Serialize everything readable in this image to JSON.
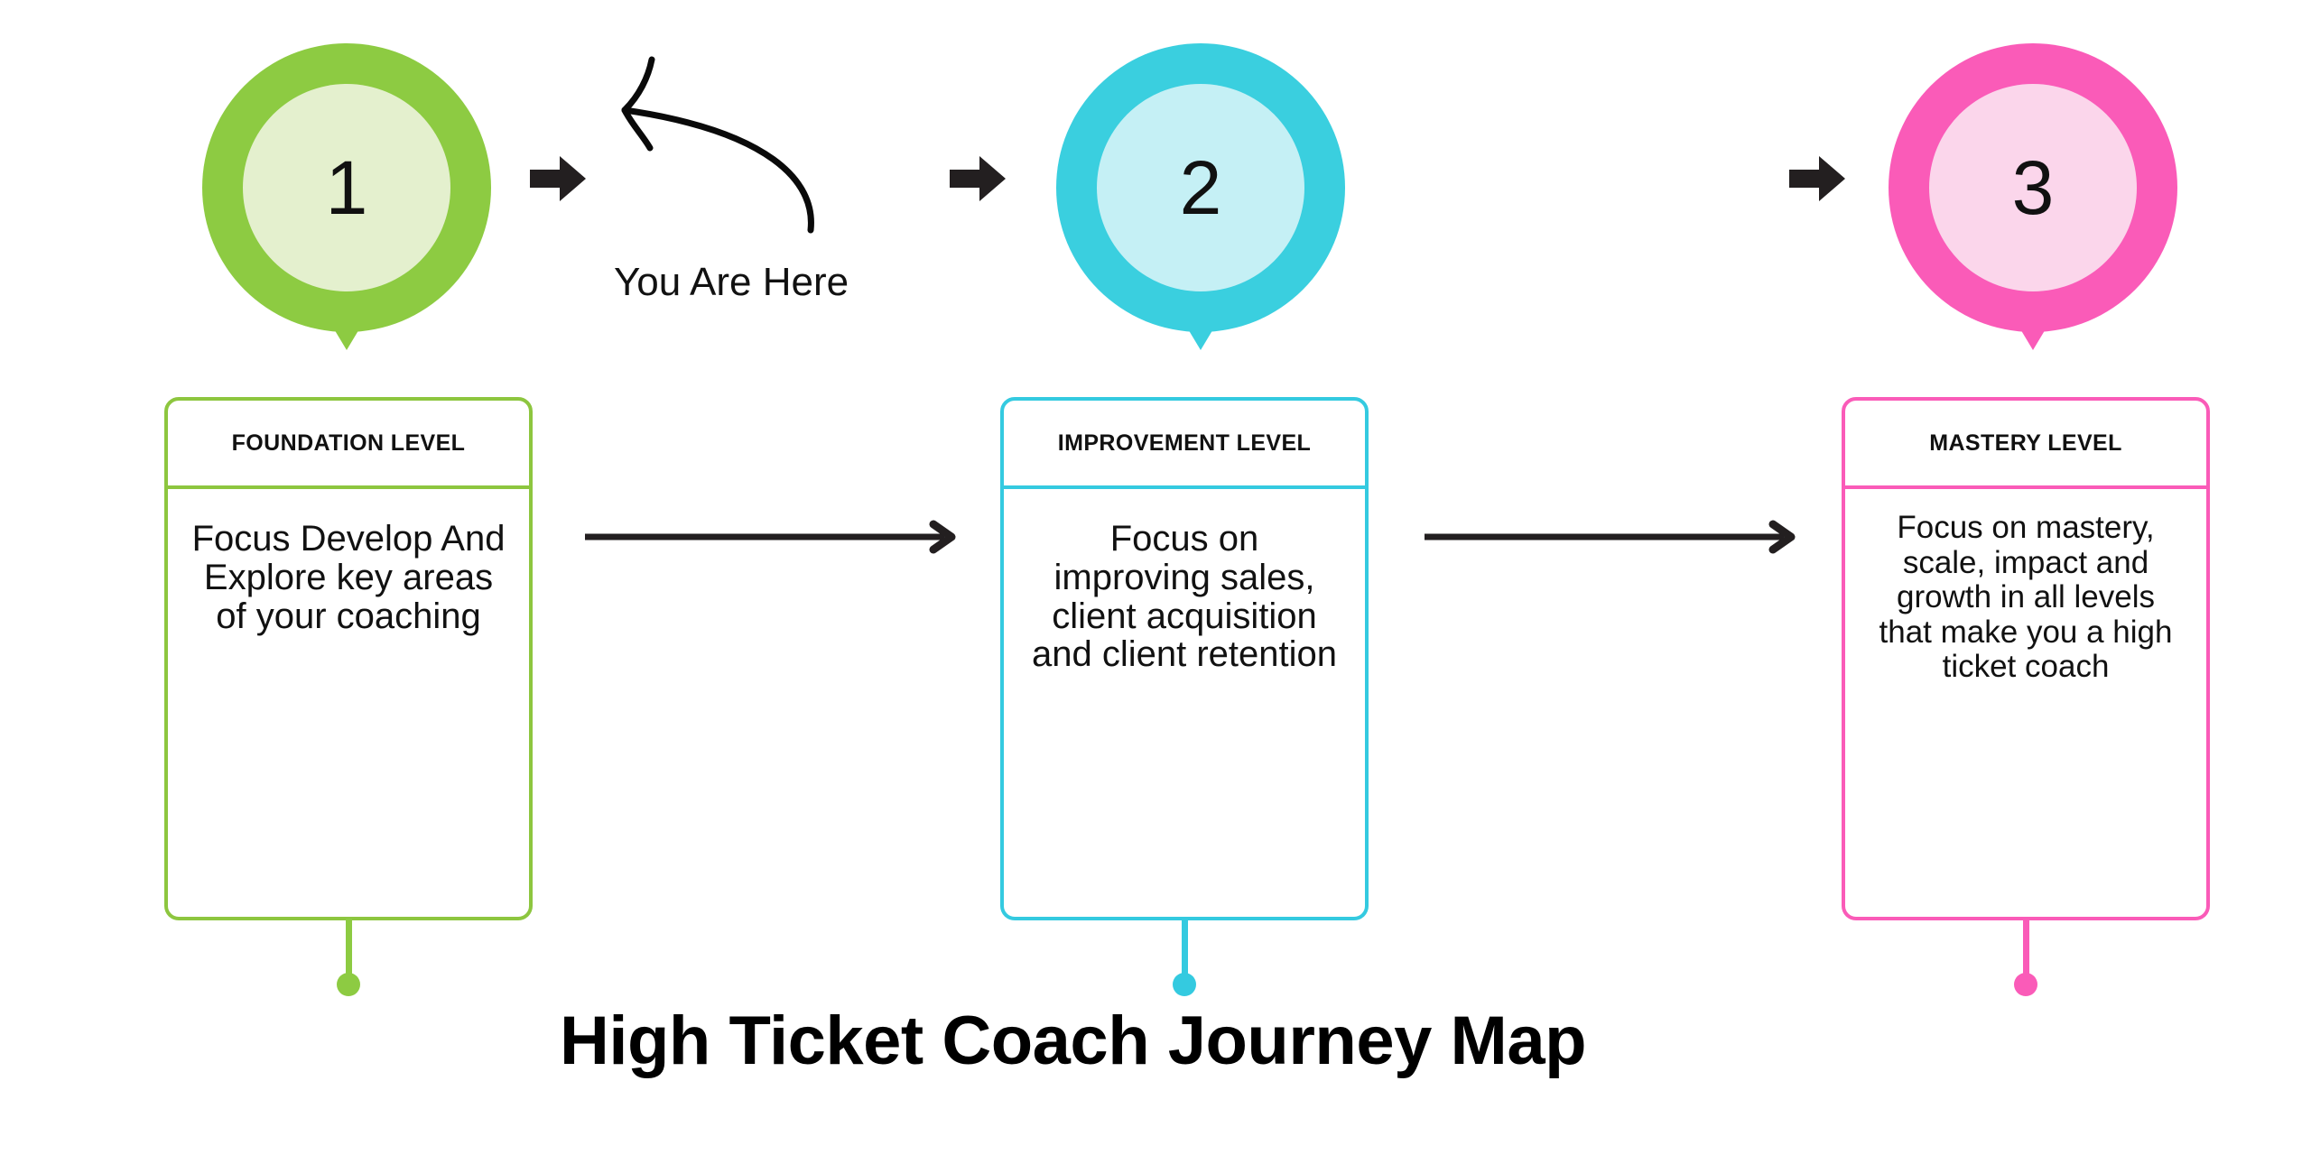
{
  "title": "High Ticket Coach Journey Map",
  "annotation": {
    "label": "You Are Here",
    "arrow_icon": "curved-arrow-left-icon"
  },
  "colors": {
    "stage_background": "#FFFFFF",
    "arrow_dark": "#231F20",
    "text_dark": "#111111",
    "step1_ring": "#8DCB42",
    "step1_inner": "#E4F0CE",
    "step1_border": "#8DC63F",
    "step2_ring": "#3ACFDF",
    "step2_inner": "#C5F0F5",
    "step2_border": "#34CAE0",
    "step3_ring": "#FA5BB8",
    "step3_inner": "#FBD6EB",
    "step3_border": "#FA5BB8"
  },
  "steps": [
    {
      "number": "1",
      "card_title": "FOUNDATION LEVEL",
      "card_text": "Focus Develop And Explore key areas of your coaching",
      "ring_color": "#8DCB42",
      "inner_color": "#E4F0CE",
      "border_color": "#8DC63F",
      "accent_color": "#8DCB42"
    },
    {
      "number": "2",
      "card_title": "IMPROVEMENT LEVEL",
      "card_text": "Focus on improving sales, client acquisition and client retention",
      "ring_color": "#3ACFDF",
      "inner_color": "#C5F0F5",
      "border_color": "#34CAE0",
      "accent_color": "#34CAE0"
    },
    {
      "number": "3",
      "card_title": "MASTERY LEVEL",
      "card_text": "Focus on mastery, scale, impact and growth in all levels that make you a high ticket coach",
      "ring_color": "#FA5BB8",
      "inner_color": "#FBD6EB",
      "border_color": "#FA5BB8",
      "accent_color": "#FA5BB8"
    }
  ],
  "block_arrows": [
    {
      "name": "block-arrow-1",
      "icon": "arrow-right-icon"
    },
    {
      "name": "block-arrow-2",
      "icon": "arrow-right-icon"
    },
    {
      "name": "block-arrow-3",
      "icon": "arrow-right-icon"
    }
  ],
  "connector_arrows": [
    {
      "name": "connector-arrow-1",
      "icon": "arrow-right-icon"
    },
    {
      "name": "connector-arrow-2",
      "icon": "arrow-right-icon"
    }
  ]
}
